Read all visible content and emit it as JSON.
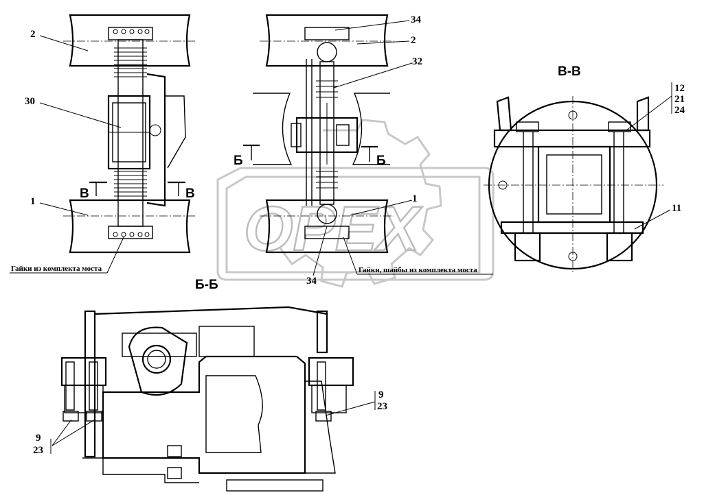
{
  "labels": {
    "top_left": {
      "tire_top": "2",
      "center": "30",
      "tire_bottom": "1"
    },
    "section_bb": {
      "top": "34",
      "tire_top": "2",
      "shaft": "32",
      "tire_bottom": "1",
      "bottom": "34"
    },
    "section_vv": {
      "stack": [
        "12",
        "21",
        "24"
      ],
      "bottom_right": "11"
    },
    "bottom_view": {
      "left_pair": [
        "9",
        "23"
      ],
      "right_pair": [
        "9",
        "23"
      ]
    }
  },
  "section_marks": {
    "v": "В",
    "b": "Б",
    "bb_title": "Б-Б",
    "vv_title": "В-В"
  },
  "notes": {
    "left": "Гайки из комплекта моста",
    "middle": "Гайки, шайбы из комплекта моста"
  },
  "watermark": "OPEX",
  "colors": {
    "line": "#000000",
    "watermark": "#c8c8c8",
    "background": "#ffffff"
  }
}
